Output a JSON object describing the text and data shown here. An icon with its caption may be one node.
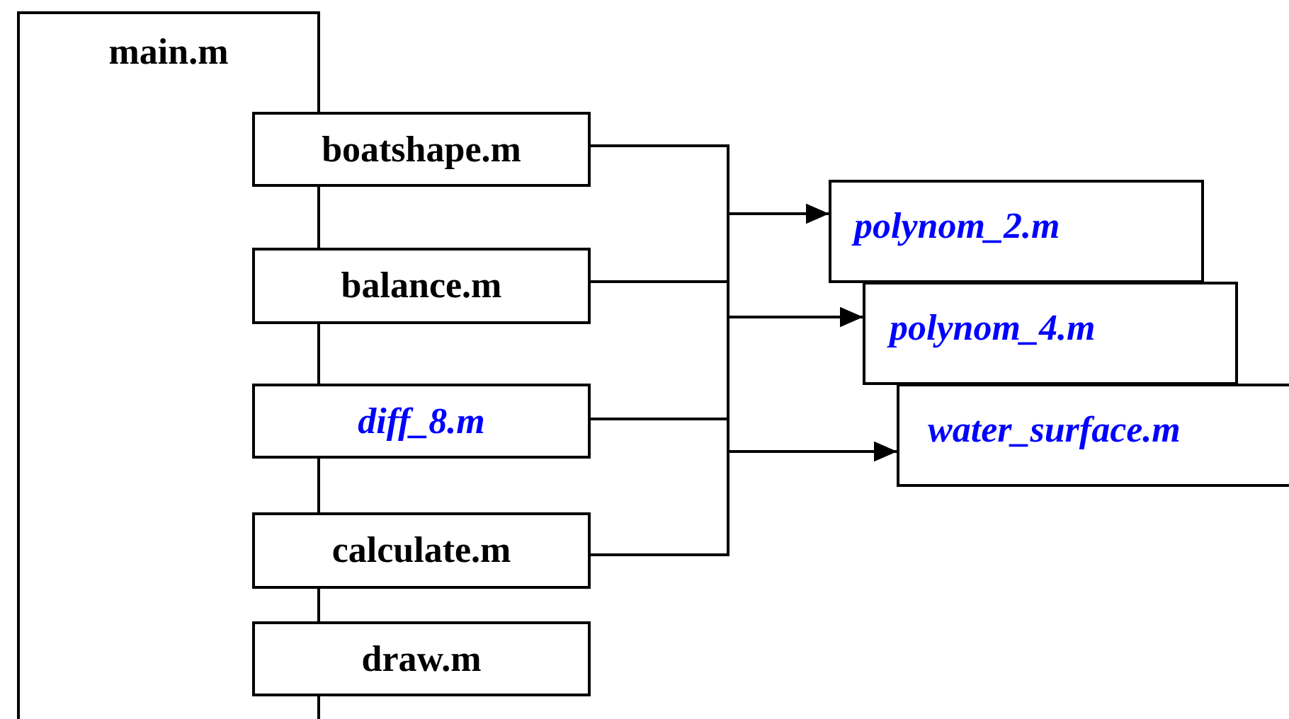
{
  "diagram": {
    "nodes": [
      {
        "text": [
          "main.m"
        ]
      },
      {
        "text": [
          "boatshape.m"
        ]
      },
      {
        "text": [
          "balance.m"
        ]
      },
      {
        "text": [
          "diff_8.m"
        ]
      },
      {
        "text": [
          "calculate.m"
        ]
      },
      {
        "text": [
          "draw.m"
        ]
      },
      {
        "text": [
          "polynom_2.m"
        ]
      },
      {
        "text": [
          "polynom_4.m"
        ]
      },
      {
        "text": [
          "water_surface.m"
        ]
      }
    ],
    "edges": [
      {
        "from": 1,
        "to": 6,
        "arrow": "to"
      },
      {
        "from": 1,
        "to": 7,
        "arrow": "to"
      },
      {
        "from": 1,
        "to": 8,
        "arrow": "to"
      },
      {
        "from": 2,
        "to": 6,
        "arrow": "to"
      },
      {
        "from": 2,
        "to": 7,
        "arrow": "to"
      },
      {
        "from": 2,
        "to": 8,
        "arrow": "to"
      },
      {
        "from": 3,
        "to": 6,
        "arrow": "to"
      },
      {
        "from": 3,
        "to": 7,
        "arrow": "to"
      },
      {
        "from": 3,
        "to": 8,
        "arrow": "to"
      },
      {
        "from": 4,
        "to": 6,
        "arrow": "to"
      },
      {
        "from": 4,
        "to": 7,
        "arrow": "to"
      },
      {
        "from": 4,
        "to": 8,
        "arrow": "to"
      }
    ]
  }
}
